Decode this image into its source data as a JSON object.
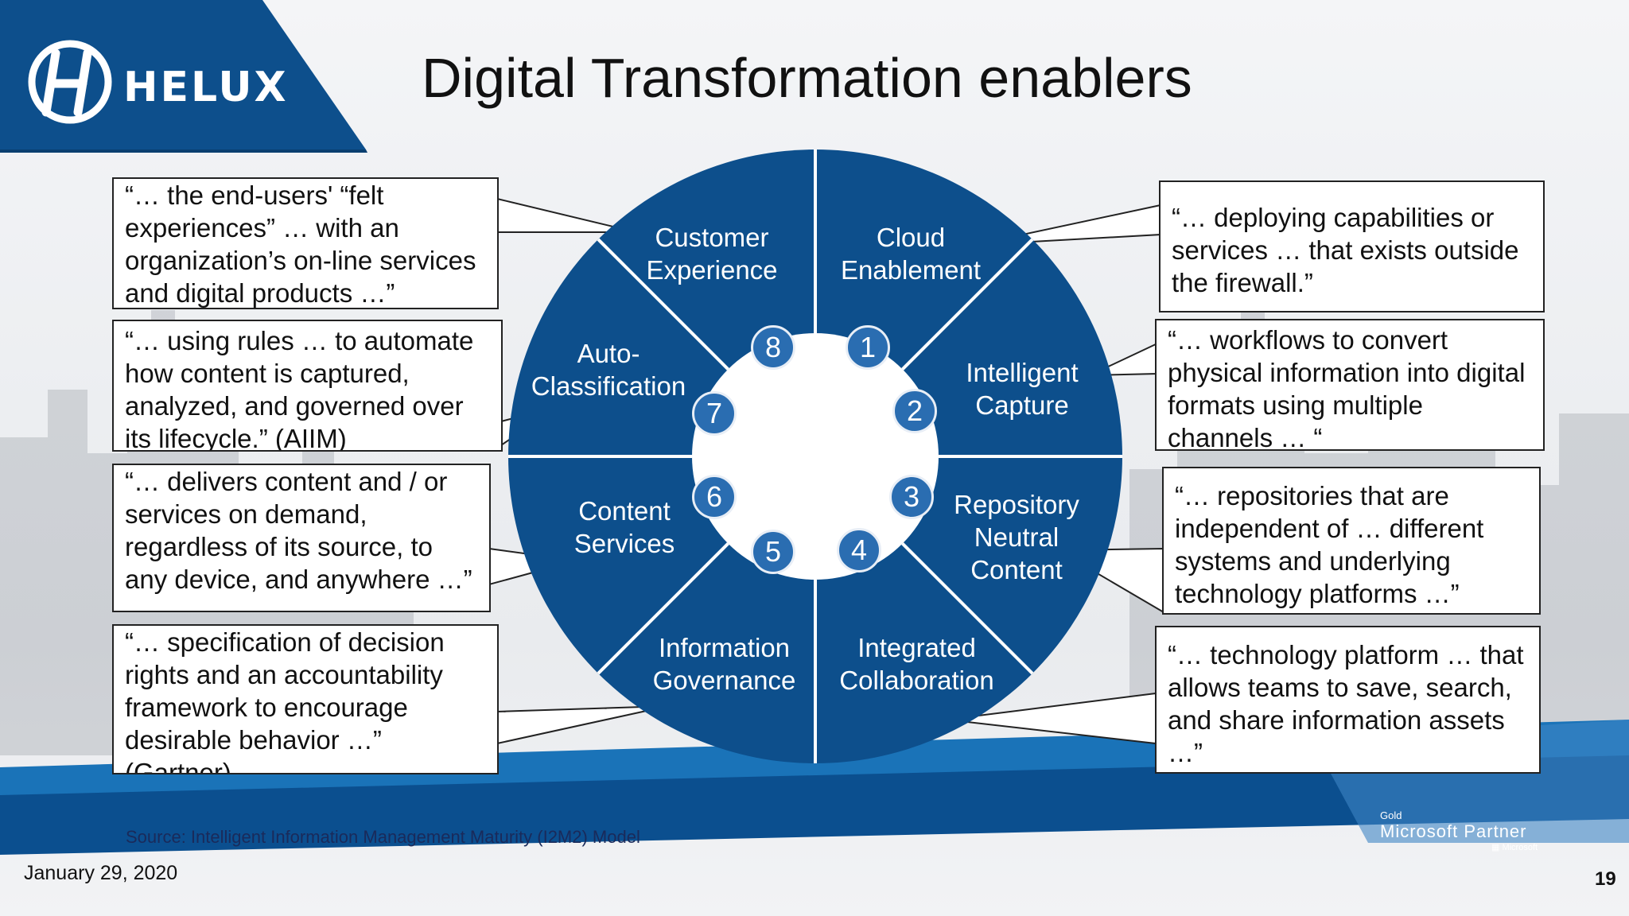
{
  "title": "Digital Transformation enablers",
  "brand": {
    "name": "HELUX",
    "color": "#0d4f8c"
  },
  "segments": [
    {
      "label": "Customer\nExperience"
    },
    {
      "label": "Cloud\nEnablement"
    },
    {
      "label": "Intelligent\nCapture"
    },
    {
      "label": "Repository\nNeutral\nContent"
    },
    {
      "label": "Integrated\nCollaboration"
    },
    {
      "label": "Information\nGovernance"
    },
    {
      "label": "Content\nServices"
    },
    {
      "label": "Auto-\nClassification"
    }
  ],
  "numbers": [
    "1",
    "2",
    "3",
    "4",
    "5",
    "6",
    "7",
    "8"
  ],
  "callouts": {
    "customer_experience": "“… the end-users' “felt experiences” … with an organization’s on-line services and digital products …”",
    "auto_classification": "“… using rules … to automate how content is captured, analyzed, and governed over its lifecycle.” (AIIM)",
    "content_services": "“… delivers content and / or services on demand, regardless of its source, to any device, and anywhere …”",
    "information_governance": "“… specification of decision rights and an accountability framework to encourage desirable behavior …” (Gartner)",
    "cloud_enablement": "“… deploying capabilities or services … that exists outside the firewall.”",
    "intelligent_capture": "“… workflows to convert physical information into digital formats using multiple channels … “",
    "repository_neutral": "“… repositories that are independent of … different systems and underlying technology platforms …”",
    "integrated_collaboration": "“… technology platform … that allows teams to save, search, and share information assets …”"
  },
  "footer": {
    "source": "Source: Intelligent Information Management Maturity (I2M2) Model",
    "date": "January 29, 2020",
    "page": "19",
    "partner_tier": "Gold",
    "partner": "Microsoft Partner",
    "partner_brand": "Microsoft"
  },
  "colors": {
    "wheel": "#0d4f8c",
    "badge": "#2a6db1"
  }
}
